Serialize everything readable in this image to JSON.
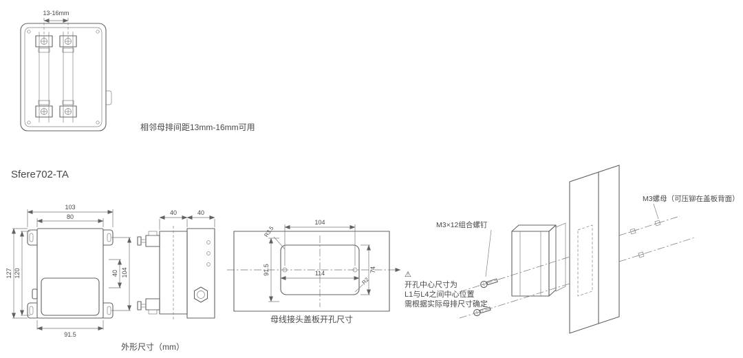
{
  "busbar_view": {
    "dim_spacing": "13-16mm",
    "note": "相邻母排间距13mm-16mm可用"
  },
  "model_label": "Sfere702-TA",
  "front_view": {
    "dim_width_total": "103",
    "dim_width_body": "80",
    "dim_height_total": "127",
    "dim_height_body": "120",
    "dim_side_offset": "40",
    "dim_side_span": "104",
    "dim_bottom": "91.5"
  },
  "side_view": {
    "dim_front": "40",
    "dim_rear": "40"
  },
  "cutout_view": {
    "dim_top": "104",
    "dim_left": "91.5",
    "dim_right": "74",
    "dim_inner": "114",
    "radius_corner": "R3.5",
    "radius_bottom": "R2",
    "caption": "母线接头盖板开孔尺寸"
  },
  "warning_note": {
    "icon": "⚠",
    "line1": "开孔中心尺寸为",
    "line2": "L1与L4之间中心位置",
    "line3": "需根据实际母排尺寸确定"
  },
  "mounting_view": {
    "screw_label": "M3×12组合螺钉",
    "nut_label": "M3螺母（可压铆在盖板背面）"
  },
  "footer_caption": "外形尺寸（mm）"
}
